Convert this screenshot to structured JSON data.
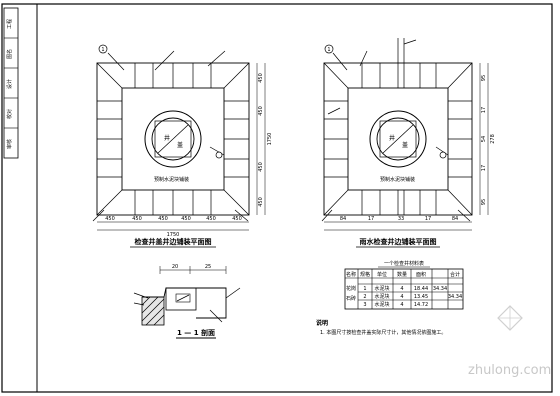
{
  "title_block": {
    "rows": [
      "工程",
      "图名",
      "设计",
      "校对",
      "审核"
    ]
  },
  "plan_left": {
    "caption": "检查井盖井边铺装平面图",
    "inner_label": "预制水泥块铺装",
    "tag_a": "1",
    "dims_bottom": [
      "450",
      "450",
      "450",
      "450",
      "450",
      "450"
    ],
    "dims_bottom_total": "1750",
    "dims_right": [
      "450",
      "450",
      "450",
      "450"
    ],
    "dims_right_total": "1750"
  },
  "plan_right": {
    "caption": "雨水检查井边铺装平面图",
    "inner_label": "预制水泥块铺装",
    "tag_a": "1",
    "dims_bottom": [
      "84",
      "17",
      "33",
      "17",
      "84"
    ],
    "dims_right": [
      "95",
      "17",
      "54",
      "17",
      "95"
    ],
    "dims_right_total": "278"
  },
  "section": {
    "caption": "1 — 1 剖面",
    "dims": [
      "20",
      "25"
    ]
  },
  "table": {
    "title": "一个检查井材料表",
    "headers": [
      "名称",
      "规格",
      "单位",
      "数量",
      "面积",
      "合计"
    ],
    "rows": [
      [
        "花岗",
        "1",
        "水泥块",
        "4",
        "18.44",
        "34.34"
      ],
      [
        "石砖",
        "2",
        "水泥块",
        "4",
        "13.45",
        "34.34"
      ],
      [
        "",
        "3",
        "水泥块",
        "4",
        "14.72",
        ""
      ]
    ]
  },
  "notes": {
    "heading": "说明",
    "text": "1. 本图尺寸按检查井盖实际尺寸计，其他情况依图施工。"
  },
  "watermark": "zhulong.com"
}
